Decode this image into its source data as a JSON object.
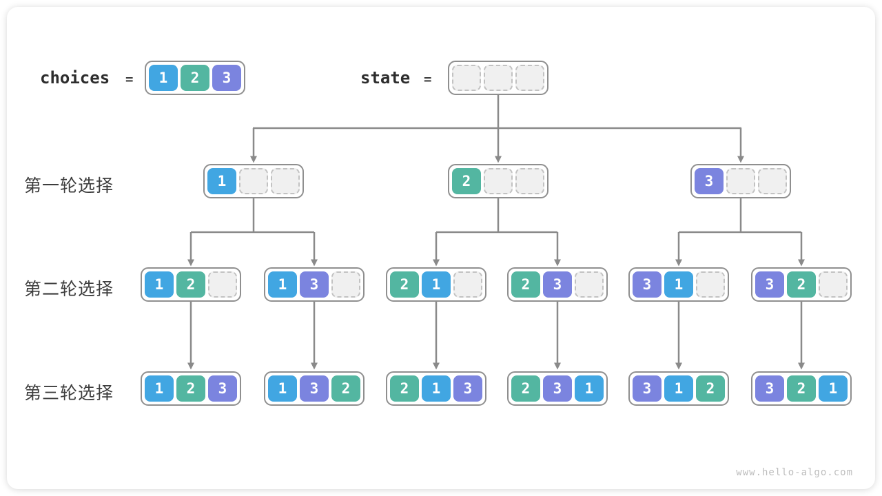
{
  "header": {
    "choices_label": "choices",
    "equals": "=",
    "choices_cells": [
      "1",
      "2",
      "3"
    ],
    "state_label": "state",
    "state_cells": [
      "",
      "",
      ""
    ]
  },
  "rows": [
    {
      "label": "第一轮选择",
      "nodes": [
        [
          "1",
          "",
          ""
        ],
        [
          "2",
          "",
          ""
        ],
        [
          "3",
          "",
          ""
        ]
      ]
    },
    {
      "label": "第二轮选择",
      "nodes": [
        [
          "1",
          "2",
          ""
        ],
        [
          "1",
          "3",
          ""
        ],
        [
          "2",
          "1",
          ""
        ],
        [
          "2",
          "3",
          ""
        ],
        [
          "3",
          "1",
          ""
        ],
        [
          "3",
          "2",
          ""
        ]
      ]
    },
    {
      "label": "第三轮选择",
      "nodes": [
        [
          "1",
          "2",
          "3"
        ],
        [
          "1",
          "3",
          "2"
        ],
        [
          "2",
          "1",
          "3"
        ],
        [
          "2",
          "3",
          "1"
        ],
        [
          "3",
          "1",
          "2"
        ],
        [
          "3",
          "2",
          "1"
        ]
      ]
    }
  ],
  "watermark": "www.hello-algo.com",
  "colors": {
    "value1": "#41a6e2",
    "value2": "#53b6a1",
    "value3": "#7b84df",
    "arrow": "#8a8a8a",
    "node_border": "#8f8f8f"
  }
}
